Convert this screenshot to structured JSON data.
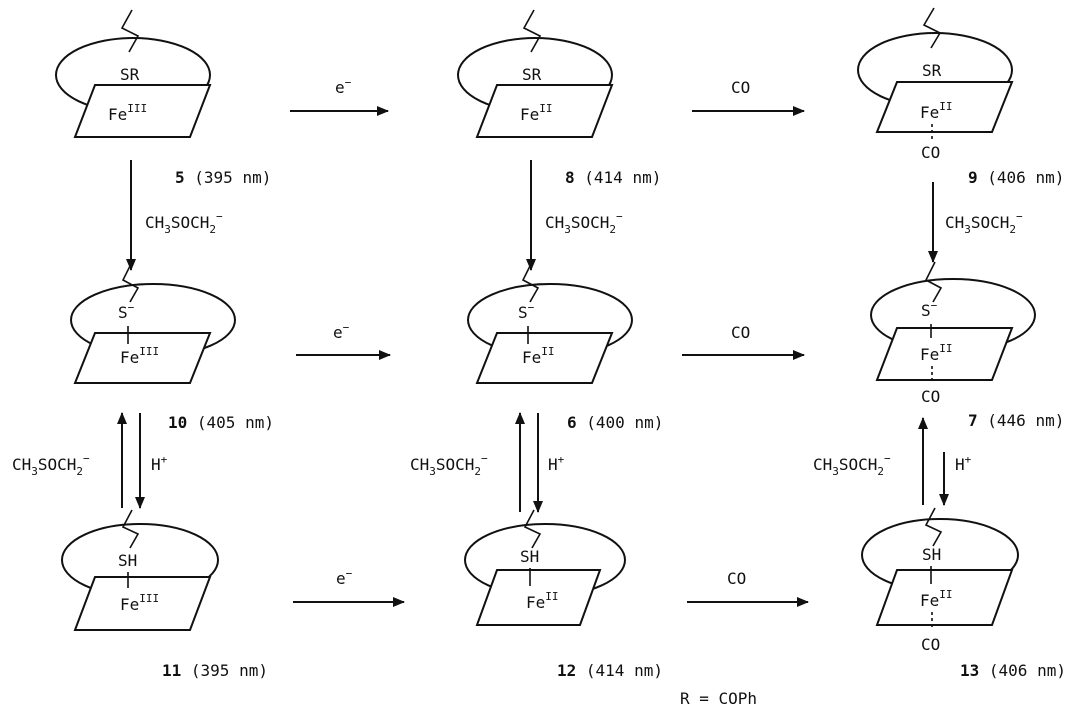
{
  "labels": {
    "SR": "SR",
    "S_minus": "S",
    "SH": "SH",
    "Fe": "Fe",
    "Fe_III": "III",
    "Fe_II": "II",
    "CO": "CO",
    "minus": "−",
    "plus": "+"
  },
  "reagents": {
    "electron": "e",
    "electron_charge": "−",
    "co": "CO",
    "base_main": "CH",
    "base_sub1": "3",
    "base_mid": "SOCH",
    "base_sub2": "2",
    "base_charge": "−",
    "acid": "H",
    "acid_charge": "+"
  },
  "compounds": [
    {
      "id": "5",
      "lambda": "(395 nm)"
    },
    {
      "id": "8",
      "lambda": "(414 nm)"
    },
    {
      "id": "9",
      "lambda": "(406 nm)"
    },
    {
      "id": "10",
      "lambda": "(405 nm)"
    },
    {
      "id": "6",
      "lambda": "(400 nm)"
    },
    {
      "id": "7",
      "lambda": "(446 nm)"
    },
    {
      "id": "11",
      "lambda": "(395 nm)"
    },
    {
      "id": "12",
      "lambda": "(414 nm)"
    },
    {
      "id": "13",
      "lambda": "(406 nm)"
    }
  ],
  "footnote": "R = COPh"
}
